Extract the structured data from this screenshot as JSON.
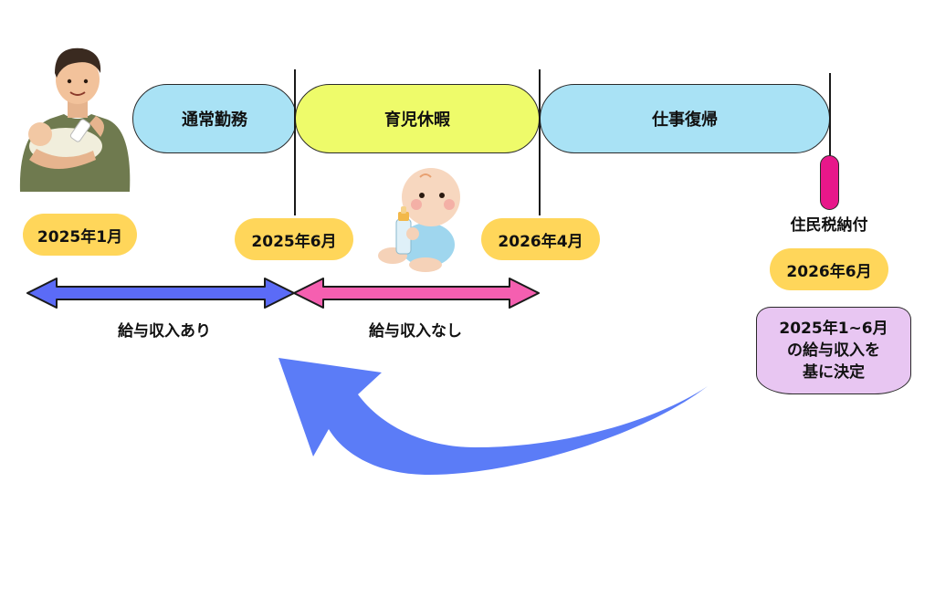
{
  "colors": {
    "work": "#a9e2f5",
    "leave": "#eefb6a",
    "return": "#a9e2f5",
    "date_pill": "#ffd65a",
    "tax_marker": "#e8178a",
    "tax_box": "#e8c6f2",
    "arrow_income": "#5b6bf7",
    "arrow_no_income": "#f55fb0",
    "big_arrow": "#5b7cf7"
  },
  "phases": {
    "work": "通常勤務",
    "leave": "育児休暇",
    "return": "仕事復帰"
  },
  "dates": {
    "d1": "2025年1月",
    "d2": "2025年6月",
    "d3": "2026年4月",
    "d4": "2026年6月"
  },
  "tax": {
    "label": "住民税納付",
    "basis_line1": "2025年1~6月",
    "basis_line2": "の給与収入を",
    "basis_line3": "基に決定"
  },
  "arrows": {
    "income": "給与収入あり",
    "no_income": "給与収入なし"
  },
  "icons": {
    "father": "father-feeding-baby-icon",
    "baby": "baby-with-bottle-icon"
  }
}
